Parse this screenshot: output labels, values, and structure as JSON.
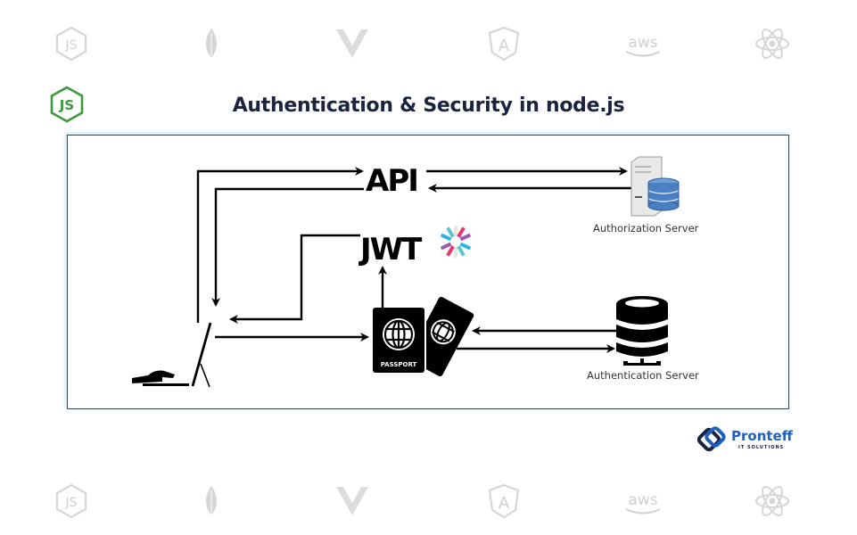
{
  "header": {
    "title": "Authentication & Security in node.js",
    "logo": "nodejs-logo-icon"
  },
  "background_icons": {
    "top_row": [
      "nodejs-icon",
      "mongodb-leaf-icon",
      "vue-icon",
      "angular-icon",
      "aws-icon",
      "react-icon"
    ],
    "bottom_row": [
      "nodejs-icon",
      "mongodb-leaf-icon",
      "vue-icon",
      "angular-icon",
      "aws-icon",
      "react-icon"
    ],
    "aws_text": "aws"
  },
  "diagram": {
    "nodes": {
      "api": "API",
      "jwt": "JWT",
      "passport_label": "PASSPORT",
      "authorization_server": "Authorization Server",
      "authentication_server": "Authentication Server",
      "user": "user-at-computer-icon"
    },
    "flows": [
      {
        "from": "user",
        "to": "api"
      },
      {
        "from": "api",
        "to": "user"
      },
      {
        "from": "api",
        "to": "authorization_server"
      },
      {
        "from": "authorization_server",
        "to": "api"
      },
      {
        "from": "user",
        "to": "passport"
      },
      {
        "from": "passport",
        "to": "jwt"
      },
      {
        "from": "jwt",
        "to": "user"
      },
      {
        "from": "authentication_server",
        "to": "passport"
      },
      {
        "from": "passport",
        "to": "authentication_server"
      }
    ],
    "colors": {
      "lines": "#000000",
      "server_db": "#4a7fc1",
      "jwt_cyan": "#29b5e8",
      "jwt_pink": "#e8336f",
      "jwt_purple": "#9b59b6",
      "jwt_teal": "#5bc6d0"
    }
  },
  "brand": {
    "name": "Pronteff",
    "tagline": "IT SOLUTIONS",
    "color": "#1f5fbf"
  }
}
